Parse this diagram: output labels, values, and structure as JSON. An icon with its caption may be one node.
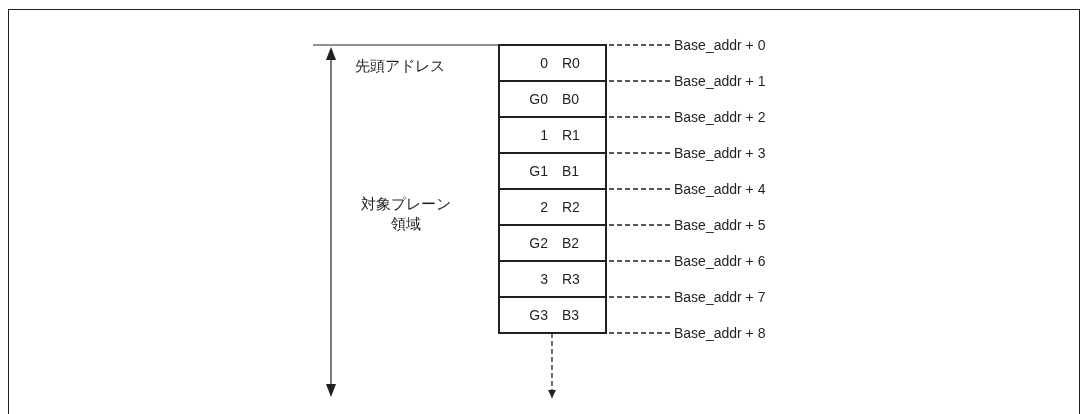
{
  "diagram": {
    "nodes": [
      {
        "text": [
          "0",
          "R0"
        ]
      },
      {
        "text": [
          "G0",
          "B0"
        ]
      },
      {
        "text": [
          "1",
          "R1"
        ]
      },
      {
        "text": [
          "G1",
          "B1"
        ]
      },
      {
        "text": [
          "2",
          "R2"
        ]
      },
      {
        "text": [
          "G2",
          "B2"
        ]
      },
      {
        "text": [
          "3",
          "R3"
        ]
      },
      {
        "text": [
          "G3",
          "B3"
        ]
      },
      {
        "text": [
          "Base_addr + 0"
        ]
      },
      {
        "text": [
          "Base_addr + 1"
        ]
      },
      {
        "text": [
          "Base_addr + 2"
        ]
      },
      {
        "text": [
          "Base_addr + 3"
        ]
      },
      {
        "text": [
          "Base_addr + 4"
        ]
      },
      {
        "text": [
          "Base_addr + 5"
        ]
      },
      {
        "text": [
          "Base_addr + 6"
        ]
      },
      {
        "text": [
          "Base_addr + 7"
        ]
      },
      {
        "text": [
          "Base_addr + 8"
        ]
      }
    ],
    "edges": [
      {
        "from": 8,
        "to": 0,
        "arrow": "none",
        "style": "dashed"
      },
      {
        "from": 9,
        "to": 0,
        "arrow": "none",
        "style": "dashed"
      },
      {
        "from": 10,
        "to": 1,
        "arrow": "none",
        "style": "dashed"
      },
      {
        "from": 11,
        "to": 2,
        "arrow": "none",
        "style": "dashed"
      },
      {
        "from": 12,
        "to": 3,
        "arrow": "none",
        "style": "dashed"
      },
      {
        "from": 13,
        "to": 4,
        "arrow": "none",
        "style": "dashed"
      },
      {
        "from": 14,
        "to": 5,
        "arrow": "none",
        "style": "dashed"
      },
      {
        "from": 15,
        "to": 6,
        "arrow": "none",
        "style": "dashed"
      },
      {
        "from": 16,
        "to": 7,
        "arrow": "none",
        "style": "dashed"
      },
      {
        "from": 7,
        "to": null,
        "arrow": "to",
        "style": "dashed"
      }
    ],
    "labels": [
      "先頭アドレス",
      "対象プレーン領域"
    ]
  }
}
